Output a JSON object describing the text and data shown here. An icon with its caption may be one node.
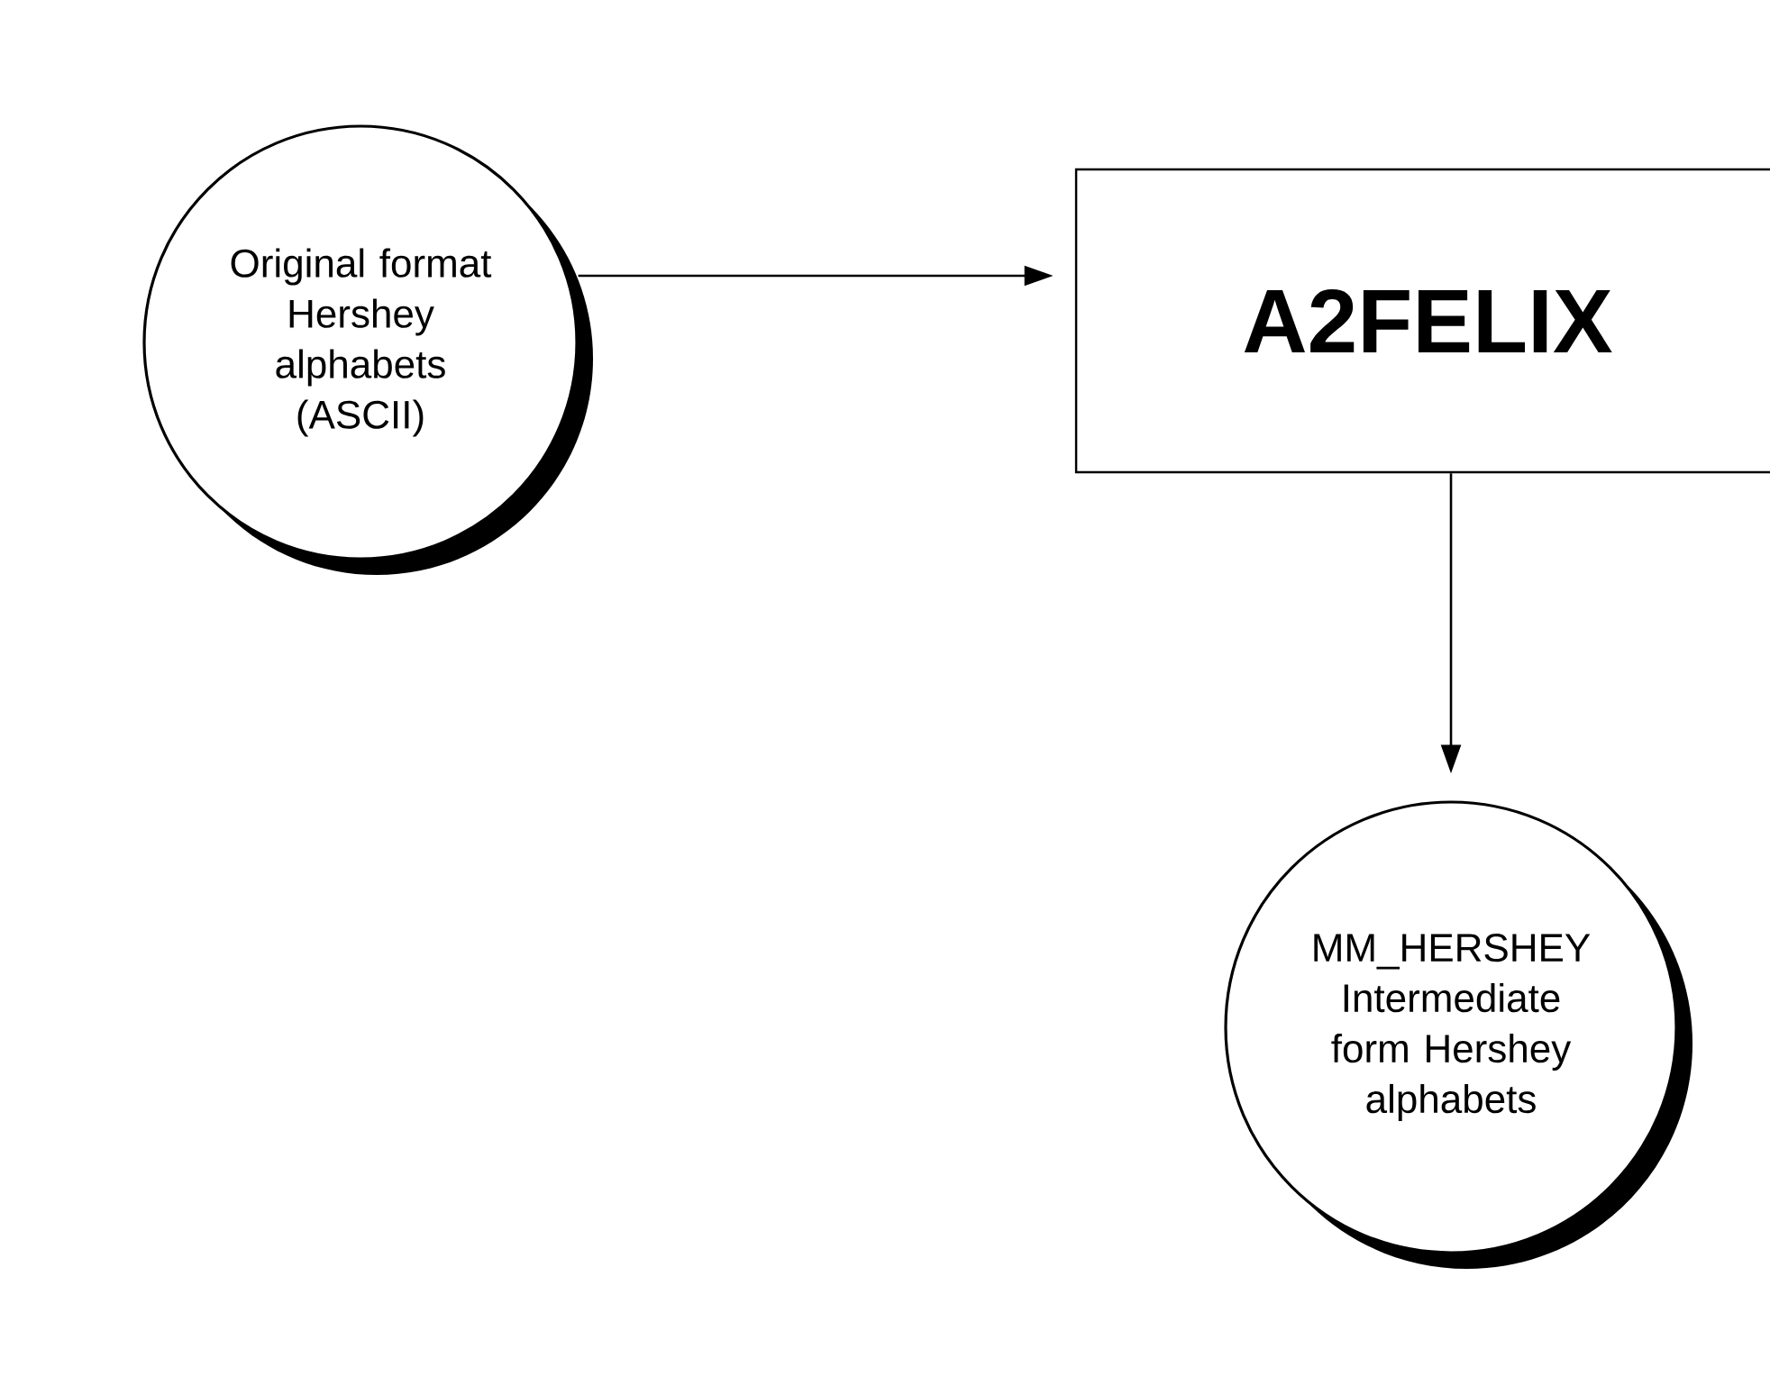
{
  "diagram": {
    "nodes": [
      {
        "text": [
          "Original format Hershey alphabets (ASCII)"
        ]
      },
      {
        "text": [
          "A2FELIX"
        ]
      },
      {
        "text": [
          "MM_HERSHEY Intermediate form Hershey alphabets"
        ]
      }
    ],
    "edges": [
      {
        "from": 0,
        "to": 1,
        "arrow": "to"
      },
      {
        "from": 1,
        "to": 2,
        "arrow": "to"
      }
    ]
  }
}
